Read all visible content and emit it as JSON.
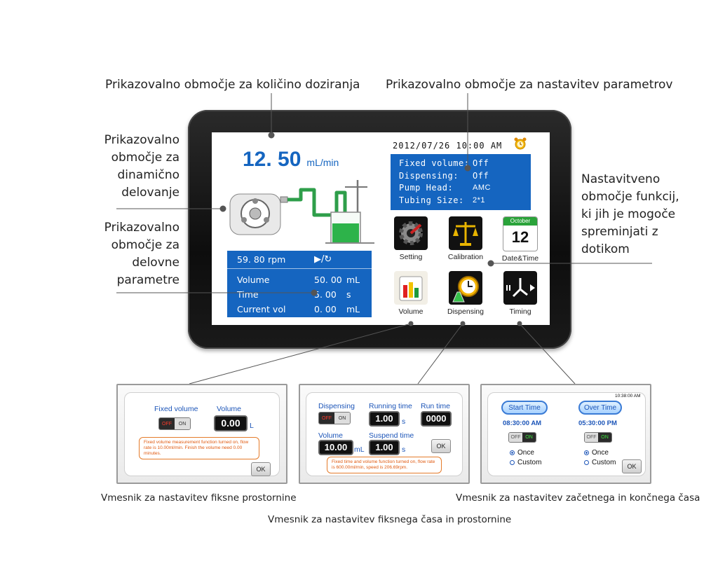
{
  "captions": {
    "dosing_display": "Prikazovalno območje za količino doziranja",
    "param_display": "Prikazovalno območje za nastavitev parametrov",
    "dynamic_lines": [
      "Prikazovalno",
      "območje za",
      "dinamično",
      "delovanje"
    ],
    "operation_lines": [
      "Prikazovalno",
      "območje za",
      "delovne",
      "parametre"
    ],
    "function_lines": [
      "Nastavitveno",
      "območje funkcij,",
      "ki jih je mogoče",
      "spreminjati z",
      "dotikom"
    ]
  },
  "screen": {
    "flow_value": "12. 50",
    "flow_unit": "mL/min",
    "datetime": "2012/07/26 10:00 AM",
    "params": [
      {
        "label": "Fixed volume:",
        "value": "Off"
      },
      {
        "label": "Dispensing:",
        "value": "Off"
      },
      {
        "label": "Pump Head:",
        "value": "AMC"
      },
      {
        "label": "Tubing Size:",
        "value": "2*1"
      }
    ],
    "operation": {
      "speed": "59. 80",
      "speed_unit": "rpm",
      "mode_symbol": "▶/↻",
      "rows": [
        {
          "label": "Volume",
          "value": "50. 00",
          "unit": "mL"
        },
        {
          "label": "Time",
          "value": "5. 00",
          "unit": "s"
        },
        {
          "label": "Current vol",
          "value": "0. 00",
          "unit": "mL"
        }
      ]
    },
    "functions": [
      {
        "label": "Setting",
        "icon": "gear-icon"
      },
      {
        "label": "Calibration",
        "icon": "scale-icon"
      },
      {
        "label": "Date&Time",
        "icon": "calendar-icon"
      },
      {
        "label": "Volume",
        "icon": "volume-icon"
      },
      {
        "label": "Dispensing",
        "icon": "clock-flask-icon"
      },
      {
        "label": "Timing",
        "icon": "timer-icon"
      }
    ],
    "calendar_month": "October",
    "calendar_day": "12"
  },
  "panel1": {
    "fixed_volume_label": "Fixed volume",
    "volume_label": "Volume",
    "toggle_off": "OFF",
    "toggle_on": "ON",
    "volume_value": "0.00",
    "volume_unit": "L",
    "note": "Fixed volume measurement function turned on, flow rate is 10.00ml/min. Finish the volume need 0.00 minutes.",
    "ok": "OK",
    "caption": "Vmesnik za nastavitev fiksne prostornine"
  },
  "panel2": {
    "dispensing_label": "Dispensing",
    "running_time_label": "Running time",
    "run_time_label": "Run time",
    "toggle_off": "OFF",
    "toggle_on": "ON",
    "running_time_value": "1.00",
    "running_time_unit": "s",
    "run_time_value": "0000",
    "volume_label": "Volume",
    "suspend_time_label": "Suspend time",
    "volume_value": "10.00",
    "volume_unit": "mL",
    "suspend_time_value": "1.00",
    "suspend_time_unit": "s",
    "ok": "OK",
    "note": "Fixed time and volume function turned on, flow rate is 600.00ml/min, speed is 206.69rpm.",
    "caption": "Vmesnik za nastavitev fiksnega časa in prostornine"
  },
  "panel3": {
    "clock": "10:38:00 AM",
    "start_time_label": "Start Time",
    "over_time_label": "Over Time",
    "start_time_value": "08:30:00 AM",
    "over_time_value": "05:30:00 PM",
    "toggle_off": "OFF",
    "toggle_on": "ON",
    "once": "Once",
    "custom": "Custom",
    "ok": "OK",
    "caption": "Vmesnik za nastavitev začetnega in končnega časa"
  },
  "colors": {
    "screen_blue": "#1565c0",
    "pipe_green": "#2e9e4a",
    "note_orange": "#e05a10"
  }
}
